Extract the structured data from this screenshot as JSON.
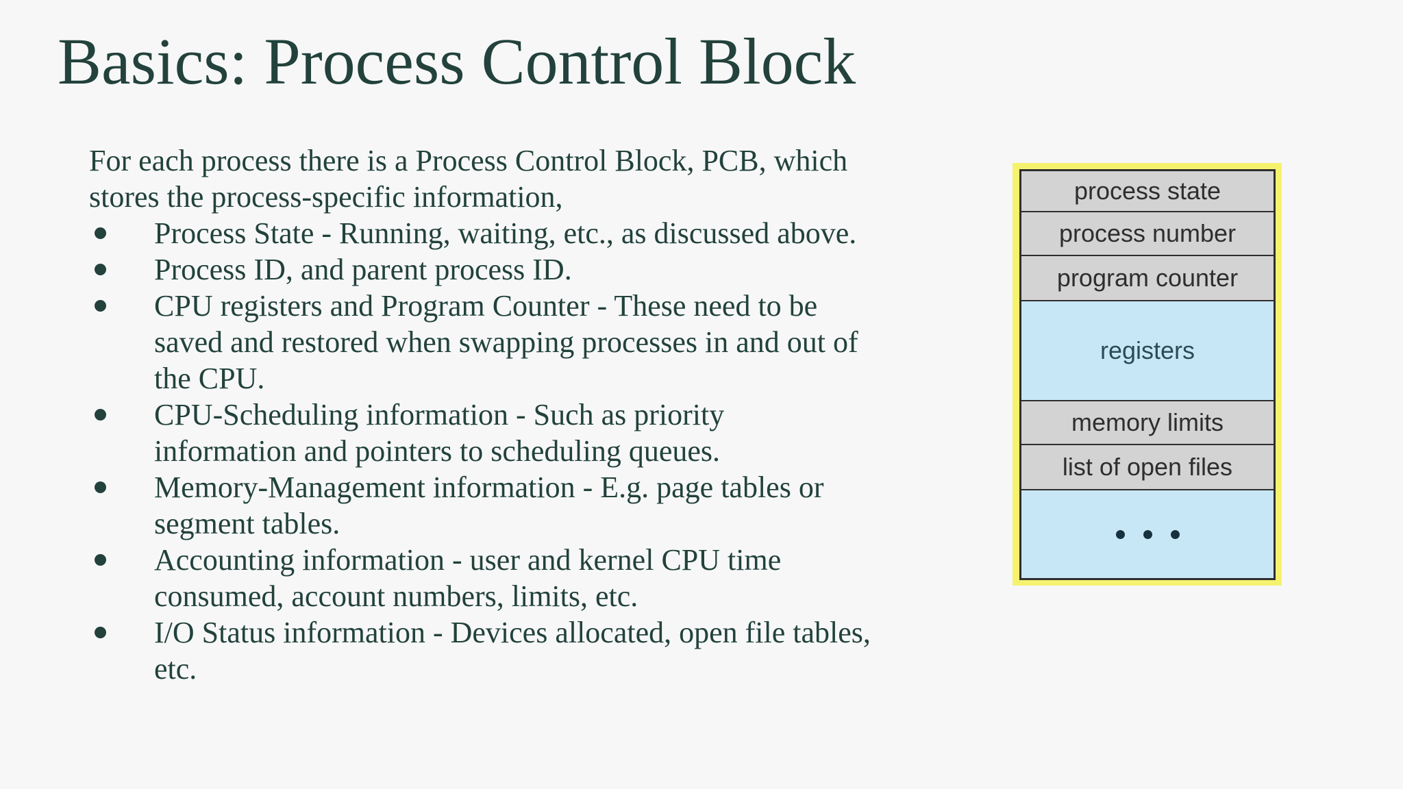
{
  "slide": {
    "title": "Basics: Process Control Block",
    "intro": "For each process there is a Process Control Block, PCB, which\nstores the process-specific information,",
    "bullets": [
      "Process State - Running, waiting, etc., as discussed above.",
      "Process ID, and parent process ID.",
      "CPU registers and Program Counter - These need to be\nsaved and restored when swapping processes in and out of\nthe CPU.",
      "CPU-Scheduling information - Such as priority\ninformation and pointers to scheduling queues.",
      "Memory-Management information - E.g. page tables or\nsegment tables.",
      "Accounting information - user and kernel CPU time\nconsumed, account numbers, limits, etc.",
      "I/O Status information - Devices allocated, open file tables,\netc."
    ],
    "diagram": {
      "rows": [
        {
          "label": "process state",
          "style": "gray"
        },
        {
          "label": "process number",
          "style": "gray"
        },
        {
          "label": "program counter",
          "style": "gray"
        },
        {
          "label": "registers",
          "style": "blue"
        },
        {
          "label": "memory limits",
          "style": "gray"
        },
        {
          "label": "list of open files",
          "style": "gray"
        },
        {
          "label": "...",
          "style": "blue-ellipsis"
        }
      ],
      "ellipsis_dot_count": 3
    },
    "colors": {
      "background": "#f7f7f8",
      "text": "#22423b",
      "frame_yellow": "#f5f26e",
      "row_gray": "#d3d3d3",
      "row_blue": "#c8e7f6",
      "row_border": "#2e2e2e",
      "row_text_gray": "#2e2e2e",
      "row_text_blue": "#2c4a57",
      "ellipsis_dot": "#17323e"
    }
  }
}
